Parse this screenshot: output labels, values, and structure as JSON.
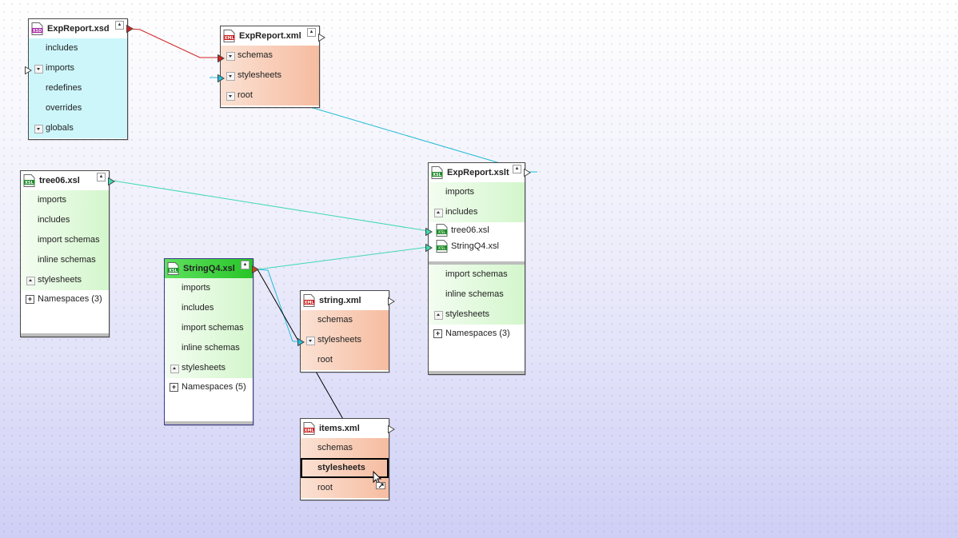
{
  "colors": {
    "xsd_bg": "#cdf6fb",
    "xml_bg": "#f7c6ac",
    "xsl_bg": "#d9f8d2",
    "wire_red": "#d21f1f",
    "wire_cyan": "#23bcd6",
    "wire_teal": "#3fd9b5",
    "wire_black": "#000000"
  },
  "icons": {
    "xsd": "xsd-file-icon",
    "xml": "xml-file-icon",
    "xsl": "xsl-file-icon"
  },
  "expreport_xsd": {
    "title": "ExpReport.xsd",
    "icon_text": "XSD",
    "rows": [
      "includes",
      "imports",
      "redefines",
      "overrides",
      "globals"
    ]
  },
  "expreport_xml": {
    "title": "ExpReport.xml",
    "icon_text": "XML",
    "rows": [
      "schemas",
      "stylesheets",
      "root"
    ]
  },
  "tree06": {
    "title": "tree06.xsl",
    "icon_text": "XSL",
    "rows": [
      "imports",
      "includes",
      "import schemas",
      "inline schemas",
      "stylesheets"
    ],
    "namespaces": "Namespaces (3)"
  },
  "stringq4": {
    "title": "StringQ4.xsl",
    "icon_text": "XSL",
    "rows": [
      "imports",
      "includes",
      "import schemas",
      "inline schemas",
      "stylesheets"
    ],
    "namespaces": "Namespaces (5)"
  },
  "string_xml": {
    "title": "string.xml",
    "icon_text": "XML",
    "rows": [
      "schemas",
      "stylesheets",
      "root"
    ]
  },
  "items_xml": {
    "title": "items.xml",
    "icon_text": "XML",
    "rows": [
      "schemas",
      "stylesheets",
      "root"
    ]
  },
  "expreport_xslt": {
    "title": "ExpReport.xslt",
    "icon_text": "XSL",
    "rows": [
      "imports",
      "includes"
    ],
    "included": [
      "tree06.xsl",
      "StringQ4.xsl"
    ],
    "rows2": [
      "import schemas",
      "inline schemas",
      "stylesheets"
    ],
    "namespaces": "Namespaces (3)"
  }
}
